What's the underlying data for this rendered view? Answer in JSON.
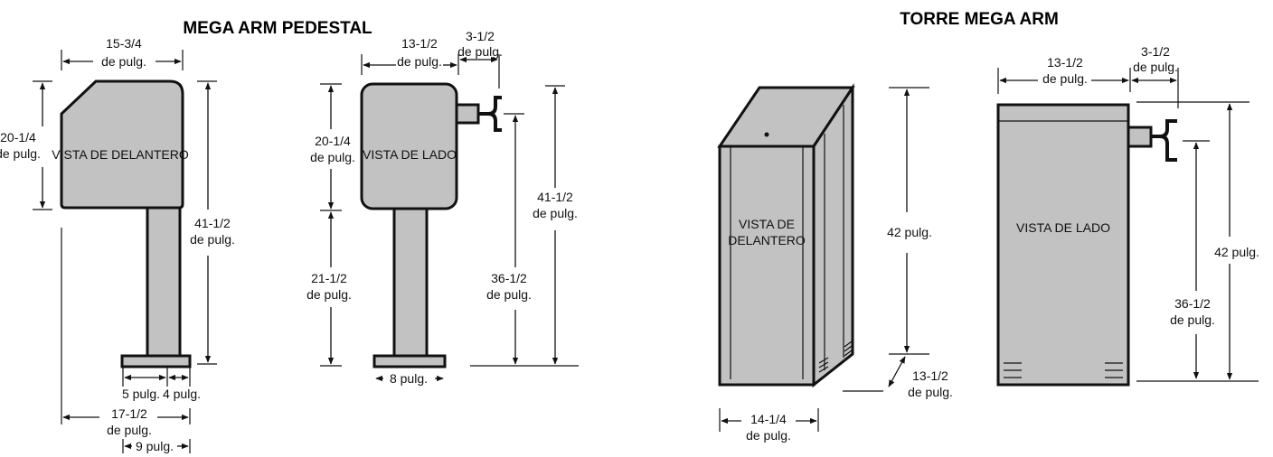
{
  "pedestal": {
    "title": "MEGA ARM PEDESTAL",
    "front_label": "VISTA DE DELANTERO",
    "side_label": "VISTA DE LADO",
    "dims": {
      "front_width": "15-3/4",
      "front_width_unit": "de pulg.",
      "head_height": "20-1/4",
      "head_height_unit": "de pulg.",
      "total_height": "41-1/2",
      "total_height_unit": "de pulg.",
      "base_left": "5 pulg.",
      "base_right": "4 pulg.",
      "overall_width": "17-1/2",
      "overall_width_unit": "de pulg.",
      "post_offset": "9 pulg.",
      "side_depth": "13-1/2",
      "side_depth_unit": "de pulg.",
      "arm_depth": "3-1/2",
      "arm_depth_unit": "de pulg.",
      "side_head_height": "20-1/4",
      "side_head_height_unit": "de pulg.",
      "side_post_height": "21-1/2",
      "side_post_height_unit": "de pulg.",
      "arm_height": "36-1/2",
      "arm_height_unit": "de pulg.",
      "side_total_height": "41-1/2",
      "side_total_height_unit": "de pulg.",
      "base_width": "8 pulg."
    }
  },
  "torre": {
    "title": "TORRE MEGA ARM",
    "front_label_1": "VISTA DE",
    "front_label_2": "DELANTERO",
    "side_label": "VISTA DE LADO",
    "dims": {
      "front_height": "42 pulg.",
      "front_depth": "13-1/2",
      "front_depth_unit": "de pulg.",
      "front_width": "14-1/4",
      "front_width_unit": "de pulg.",
      "side_width": "13-1/2",
      "side_width_unit": "de pulg.",
      "arm_depth": "3-1/2",
      "arm_depth_unit": "de pulg.",
      "arm_height": "36-1/2",
      "arm_height_unit": "de pulg.",
      "total_height": "42 pulg."
    }
  }
}
